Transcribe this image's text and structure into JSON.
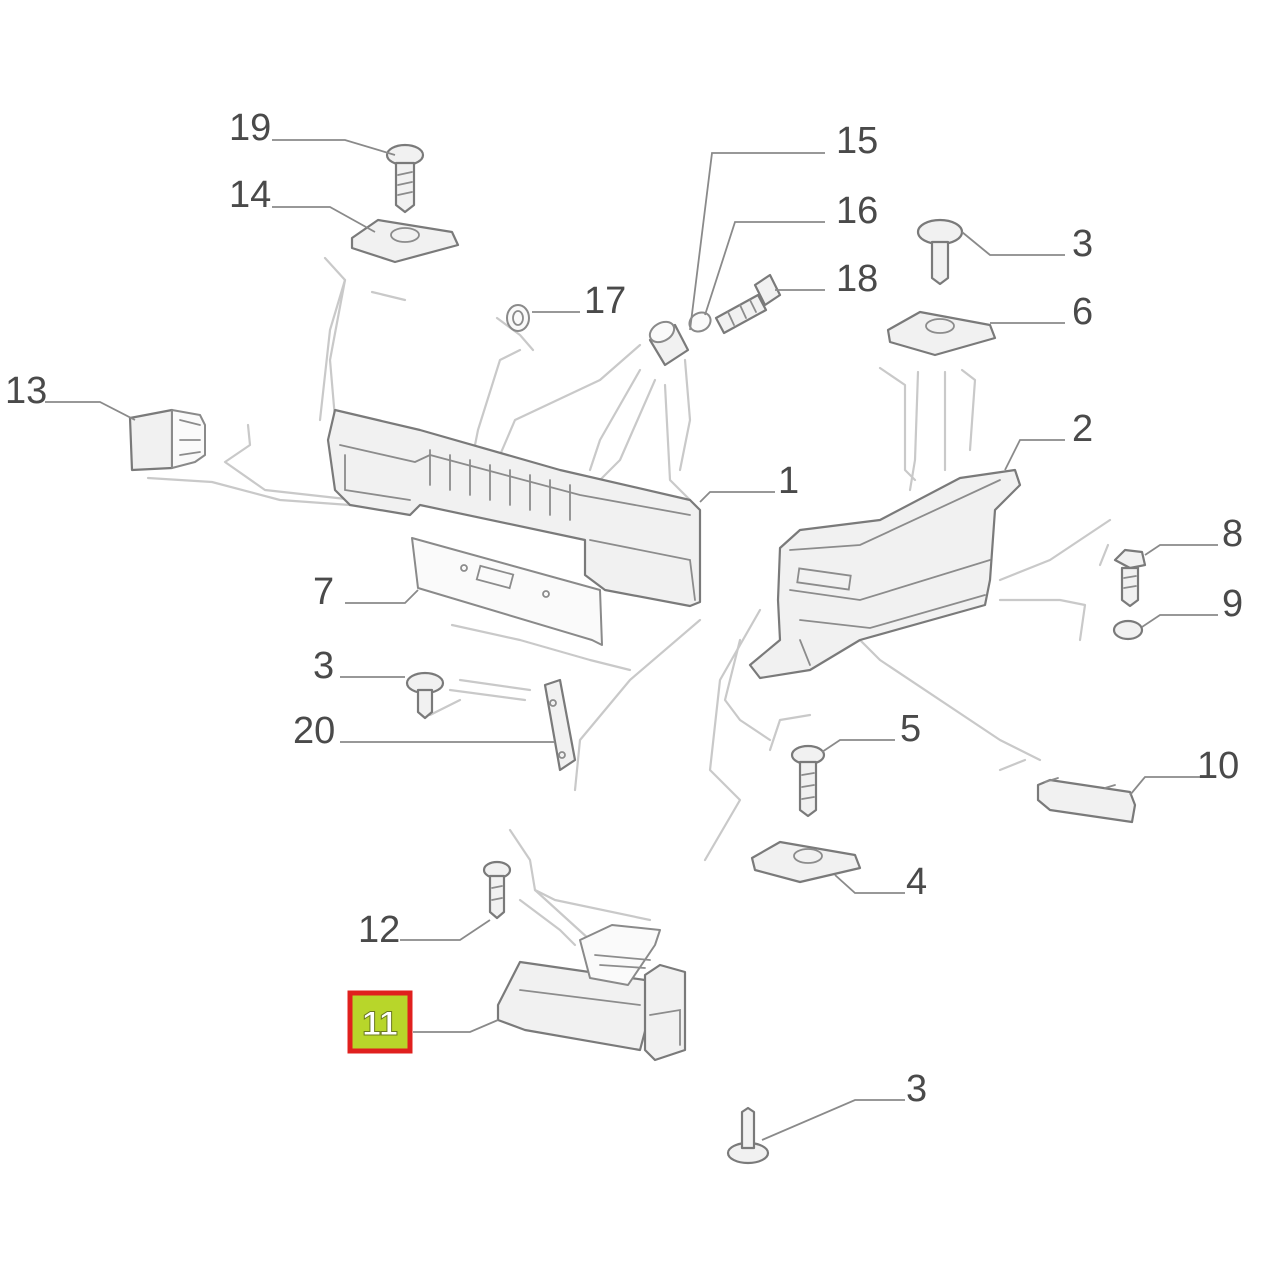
{
  "callouts": {
    "c1": "1",
    "c2": "2",
    "c3a": "3",
    "c3b": "3",
    "c3c": "3",
    "c4": "4",
    "c5": "5",
    "c6": "6",
    "c7": "7",
    "c8": "8",
    "c9": "9",
    "c10": "10",
    "c11": "11",
    "c12": "12",
    "c13": "13",
    "c14": "14",
    "c15": "15",
    "c16": "16",
    "c17": "17",
    "c18": "18",
    "c19": "19",
    "c20": "20"
  },
  "highlight": {
    "callout": "11",
    "fill_color": "#b8d62a",
    "border_color": "#e0201e"
  },
  "colors": {
    "line": "#7a7a7a",
    "part_fill": "#f1f1f1",
    "ghost_line": "#c9c9c9",
    "label": "#4a4a4a"
  }
}
